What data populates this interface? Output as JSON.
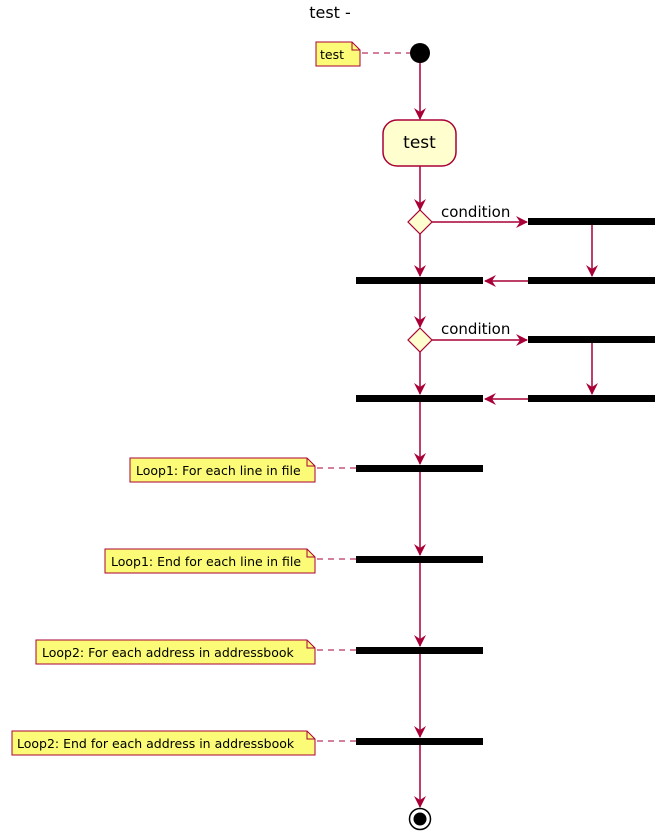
{
  "diagram": {
    "title": "test -",
    "colors": {
      "line": "#A80036",
      "activity_fill": "#FEFECE",
      "note_fill": "#FBFB77",
      "bar": "#000000"
    },
    "start_note": "test",
    "activity": "test",
    "decisions": [
      {
        "label": "condition"
      },
      {
        "label": "condition"
      }
    ],
    "loop_notes": [
      "Loop1: For each line in file",
      "Loop1: End for each line in file",
      "Loop2: For each address in addressbook",
      "Loop2: End for each address in addressbook"
    ]
  }
}
